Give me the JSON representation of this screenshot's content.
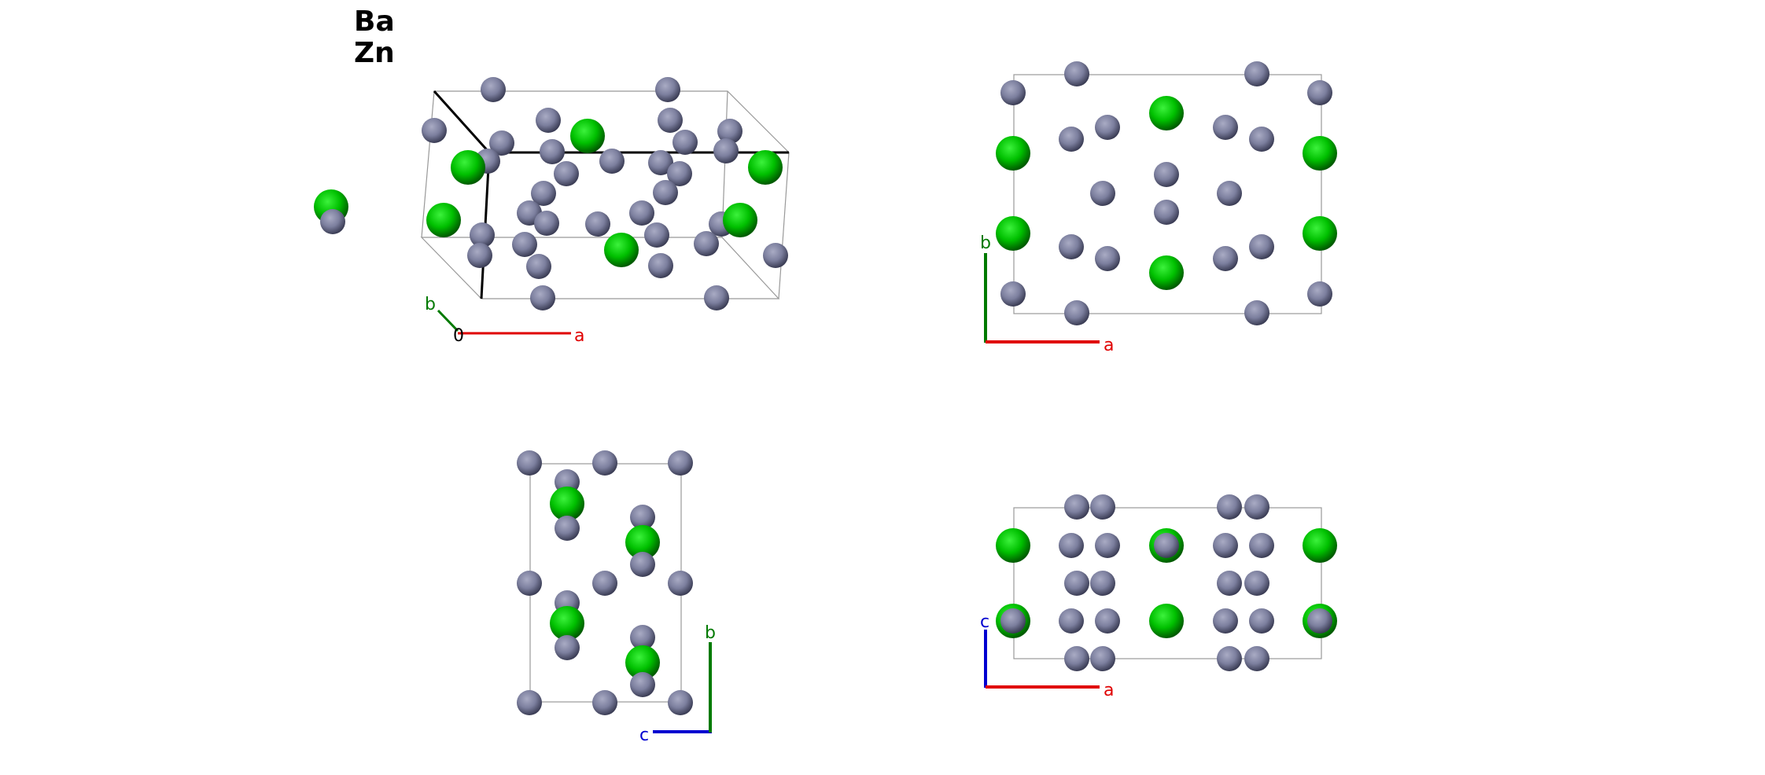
{
  "legend": {
    "items": [
      "Ba",
      "Zn"
    ]
  },
  "colors": {
    "Ba": "#00c400",
    "Zn": "#7b7e9e",
    "a": "#e00000",
    "b": "#007a00",
    "c": "#0000d0",
    "origin": "#000000"
  },
  "views": [
    {
      "id": "perspective",
      "axes": [
        "b",
        "a"
      ],
      "origin_label": "0"
    },
    {
      "id": "ab",
      "axes": [
        "b",
        "a"
      ]
    },
    {
      "id": "cb",
      "axes": [
        "c",
        "b"
      ]
    },
    {
      "id": "ac",
      "axes": [
        "c",
        "a"
      ]
    }
  ]
}
